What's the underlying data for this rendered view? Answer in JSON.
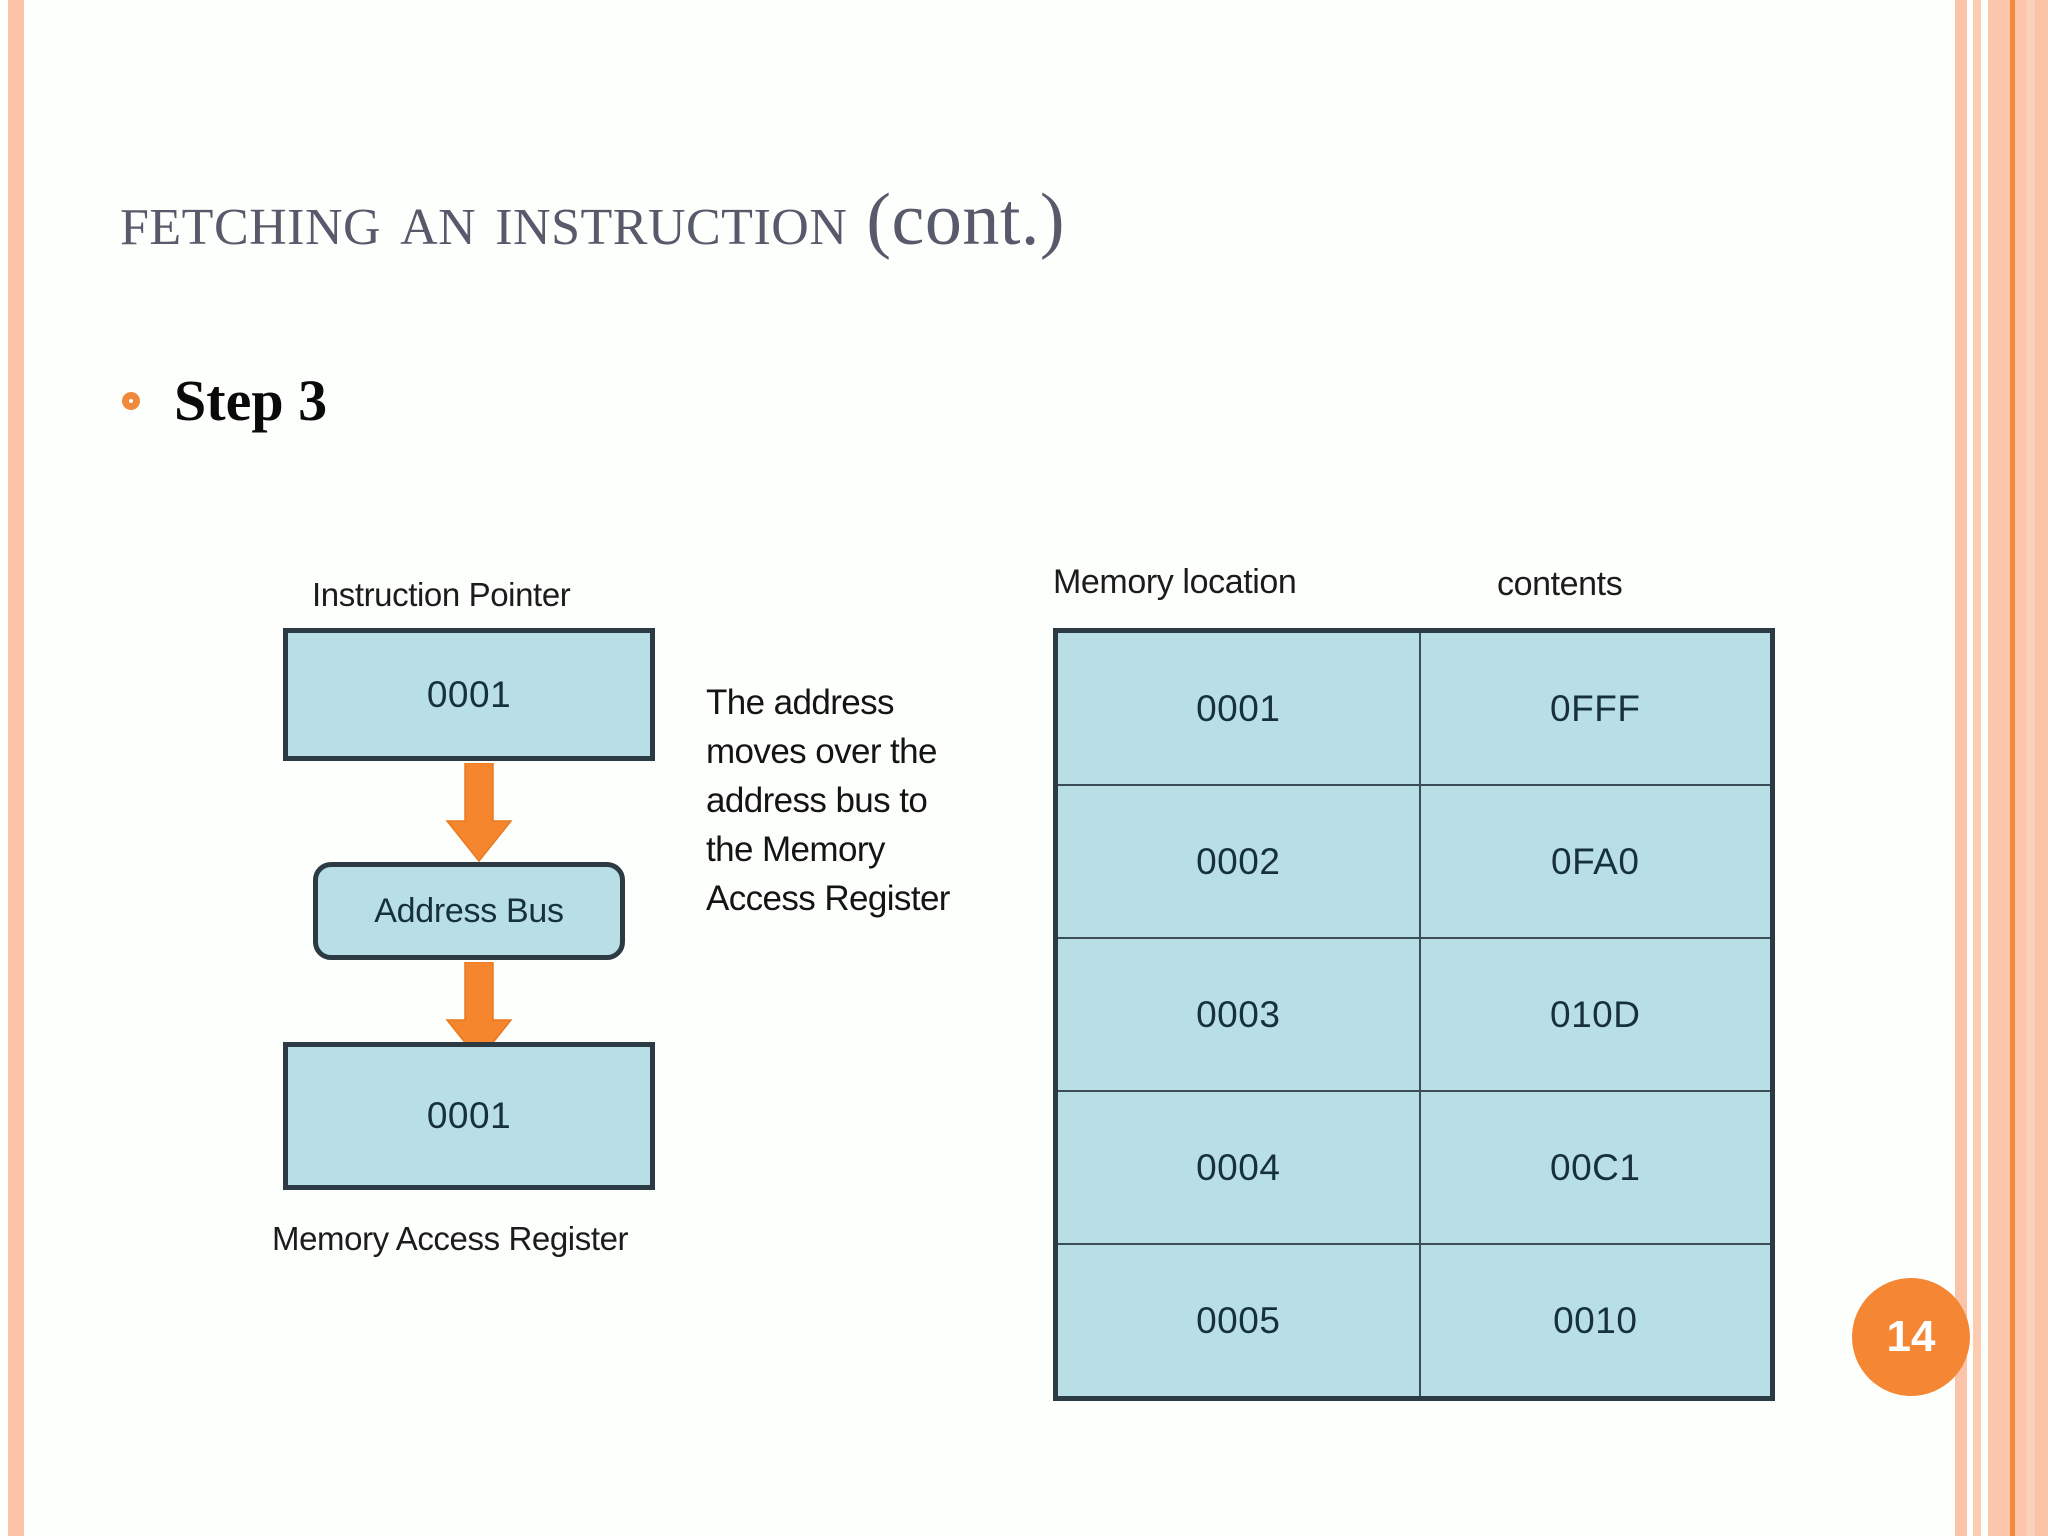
{
  "slide": {
    "title_main": "Fetching an Instruction",
    "title_suffix": "(cont.)",
    "page_number": "14",
    "accent_orange": "#f58634",
    "accent_cyan": "#b8dfe6",
    "border_dark": "#2c3a44",
    "title_color": "#565a6b"
  },
  "bullet": {
    "label": "Step 3"
  },
  "diagram": {
    "instruction_pointer_label": "Instruction Pointer",
    "instruction_pointer_value": "0001",
    "address_bus_label": "Address Bus",
    "memory_access_register_value": "0001",
    "memory_access_register_label": "Memory Access Register",
    "description_lines": [
      "The address",
      "moves over the",
      "address bus to",
      "the Memory",
      "Access Register"
    ],
    "arrow_color": "#f5862d"
  },
  "memory_table": {
    "headers": [
      "Memory location",
      "contents"
    ],
    "rows": [
      {
        "location": "0001",
        "contents": "0FFF"
      },
      {
        "location": "0002",
        "contents": "0FA0"
      },
      {
        "location": "0003",
        "contents": "010D"
      },
      {
        "location": "0004",
        "contents": "00C1"
      },
      {
        "location": "0005",
        "contents": "0010"
      }
    ]
  }
}
